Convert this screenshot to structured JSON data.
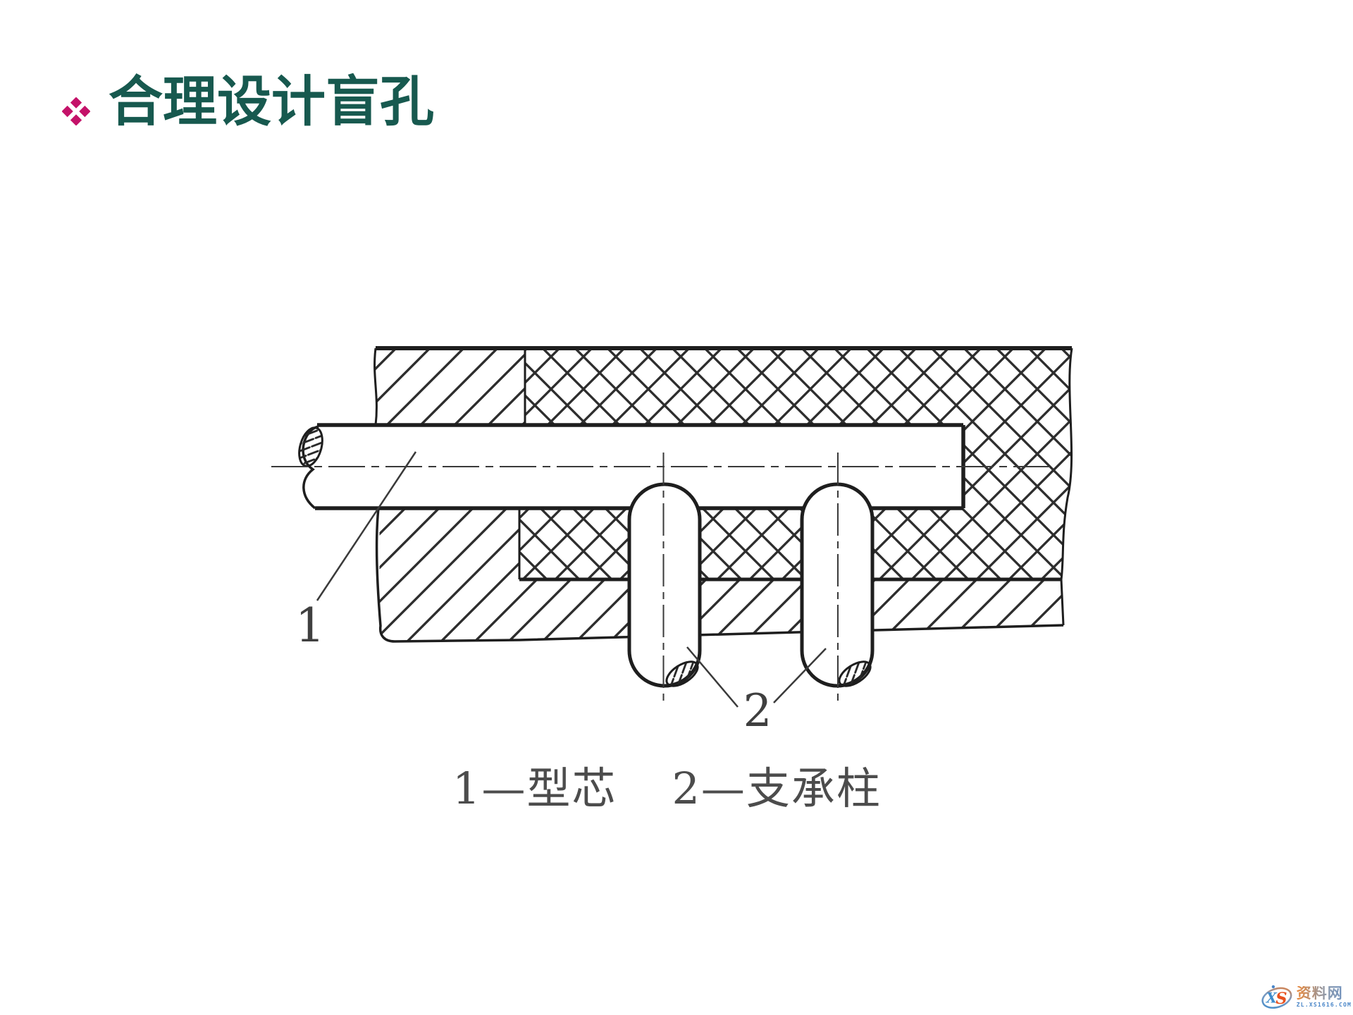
{
  "slide": {
    "title": "合理设计盲孔",
    "title_color": "#17594f",
    "bullet_color": "#c41269",
    "bullet_icon": "four-diamond-bullet"
  },
  "figure": {
    "label_core": "1",
    "label_pillar": "2",
    "caption_core": "1—型芯",
    "caption_pillar": "2—支承柱",
    "line_color": "#222222"
  },
  "watermark": {
    "x": "X",
    "s": "S",
    "name": "资料网",
    "url": "ZL.XS1616.COM",
    "blue": "#4a86c8",
    "orange": "#ee7a2e"
  }
}
